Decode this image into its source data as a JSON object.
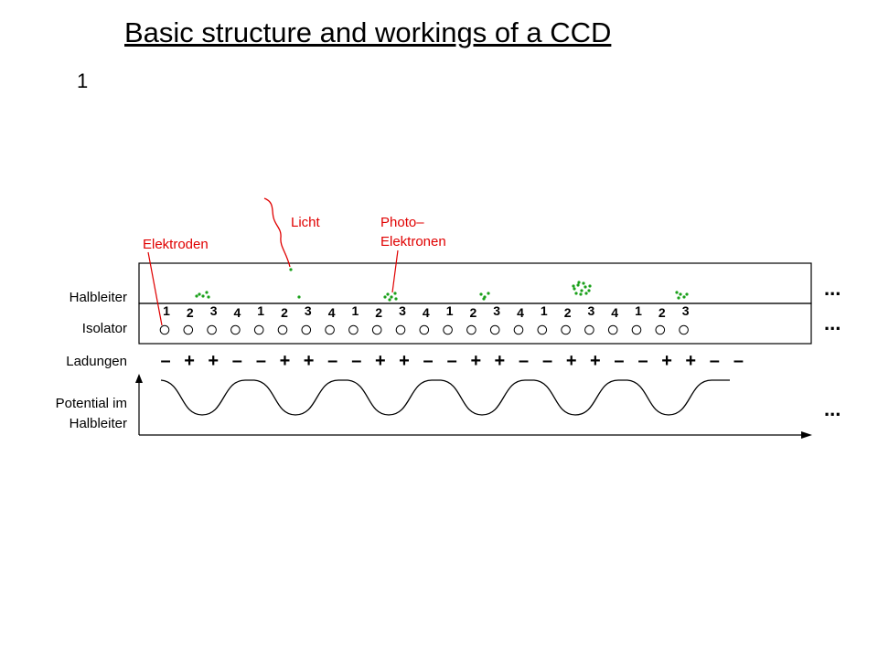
{
  "title": "Basic structure and workings of a CCD",
  "slide_number": "1",
  "labels": {
    "halbleiter": "Halbleiter",
    "isolator": "Isolator",
    "ladungen": "Ladungen",
    "potential_line1": "Potential im",
    "potential_line2": "Halbleiter"
  },
  "annotations": {
    "elektroden": "Elektroden",
    "licht": "Licht",
    "photo_line1": "Photo–",
    "photo_line2": "Elektronen"
  },
  "ellipsis": "...",
  "electrode_numbers": [
    "1",
    "2",
    "3",
    "4",
    "1",
    "2",
    "3",
    "4",
    "1",
    "2",
    "3",
    "4",
    "1",
    "2",
    "3",
    "4",
    "1",
    "2",
    "3",
    "4",
    "1",
    "2",
    "3"
  ],
  "charges": [
    "–",
    "+",
    "+",
    "–",
    "–",
    "+",
    "+",
    "–",
    "–",
    "+",
    "+",
    "–",
    "–",
    "+",
    "+",
    "–",
    "–",
    "+",
    "+",
    "–",
    "–",
    "+",
    "+",
    "–",
    "–"
  ],
  "colors": {
    "annotation": "#e00000",
    "photoelectrons": "#1aa01a",
    "lines": "#000000"
  }
}
